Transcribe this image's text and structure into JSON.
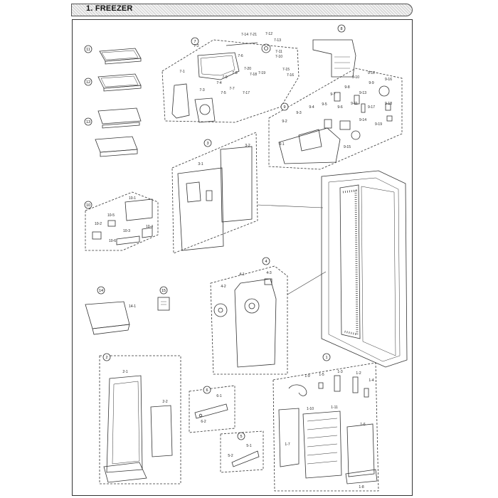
{
  "header": {
    "title": "1. FREEZER"
  },
  "callouts": [
    "11",
    "12",
    "13",
    "7",
    "8",
    "9",
    "3",
    "10",
    "4",
    "14",
    "15",
    "2",
    "6",
    "5",
    "1"
  ],
  "labels": {
    "p7": [
      "7-14",
      "7-21",
      "7-12",
      "7-13",
      "7-2",
      "7-11",
      "7-10",
      "7-15",
      "7-16",
      "7-1",
      "7-3",
      "7-4",
      "7-5",
      "7-7",
      "7-8",
      "7-17",
      "7-9",
      "7-6",
      "7-20",
      "7-18",
      "7-19"
    ],
    "p9": [
      "9-10",
      "9-12",
      "9-8",
      "9-9",
      "9-16",
      "9-13",
      "9-6",
      "9-7",
      "9-11",
      "9-4",
      "9-5",
      "9-3",
      "9-17",
      "9-18",
      "9-2",
      "9-14",
      "9-19",
      "9-1",
      "9-15"
    ],
    "p3": [
      "3-2",
      "3-1"
    ],
    "p10": [
      "10-1",
      "10-5",
      "10-2",
      "10-3",
      "10-4",
      "10-6"
    ],
    "p4": [
      "4-1",
      "4-3",
      "4-2"
    ],
    "p14": [
      "14-1"
    ],
    "p2": [
      "2-1",
      "2-2"
    ],
    "p6": [
      "6-1",
      "6-2"
    ],
    "p5": [
      "5-1",
      "5-2"
    ],
    "p1": [
      "1-9",
      "1-5",
      "1-3",
      "1-2",
      "1-4",
      "1-10",
      "1-11",
      "1-7",
      "1-6",
      "1-8"
    ]
  }
}
